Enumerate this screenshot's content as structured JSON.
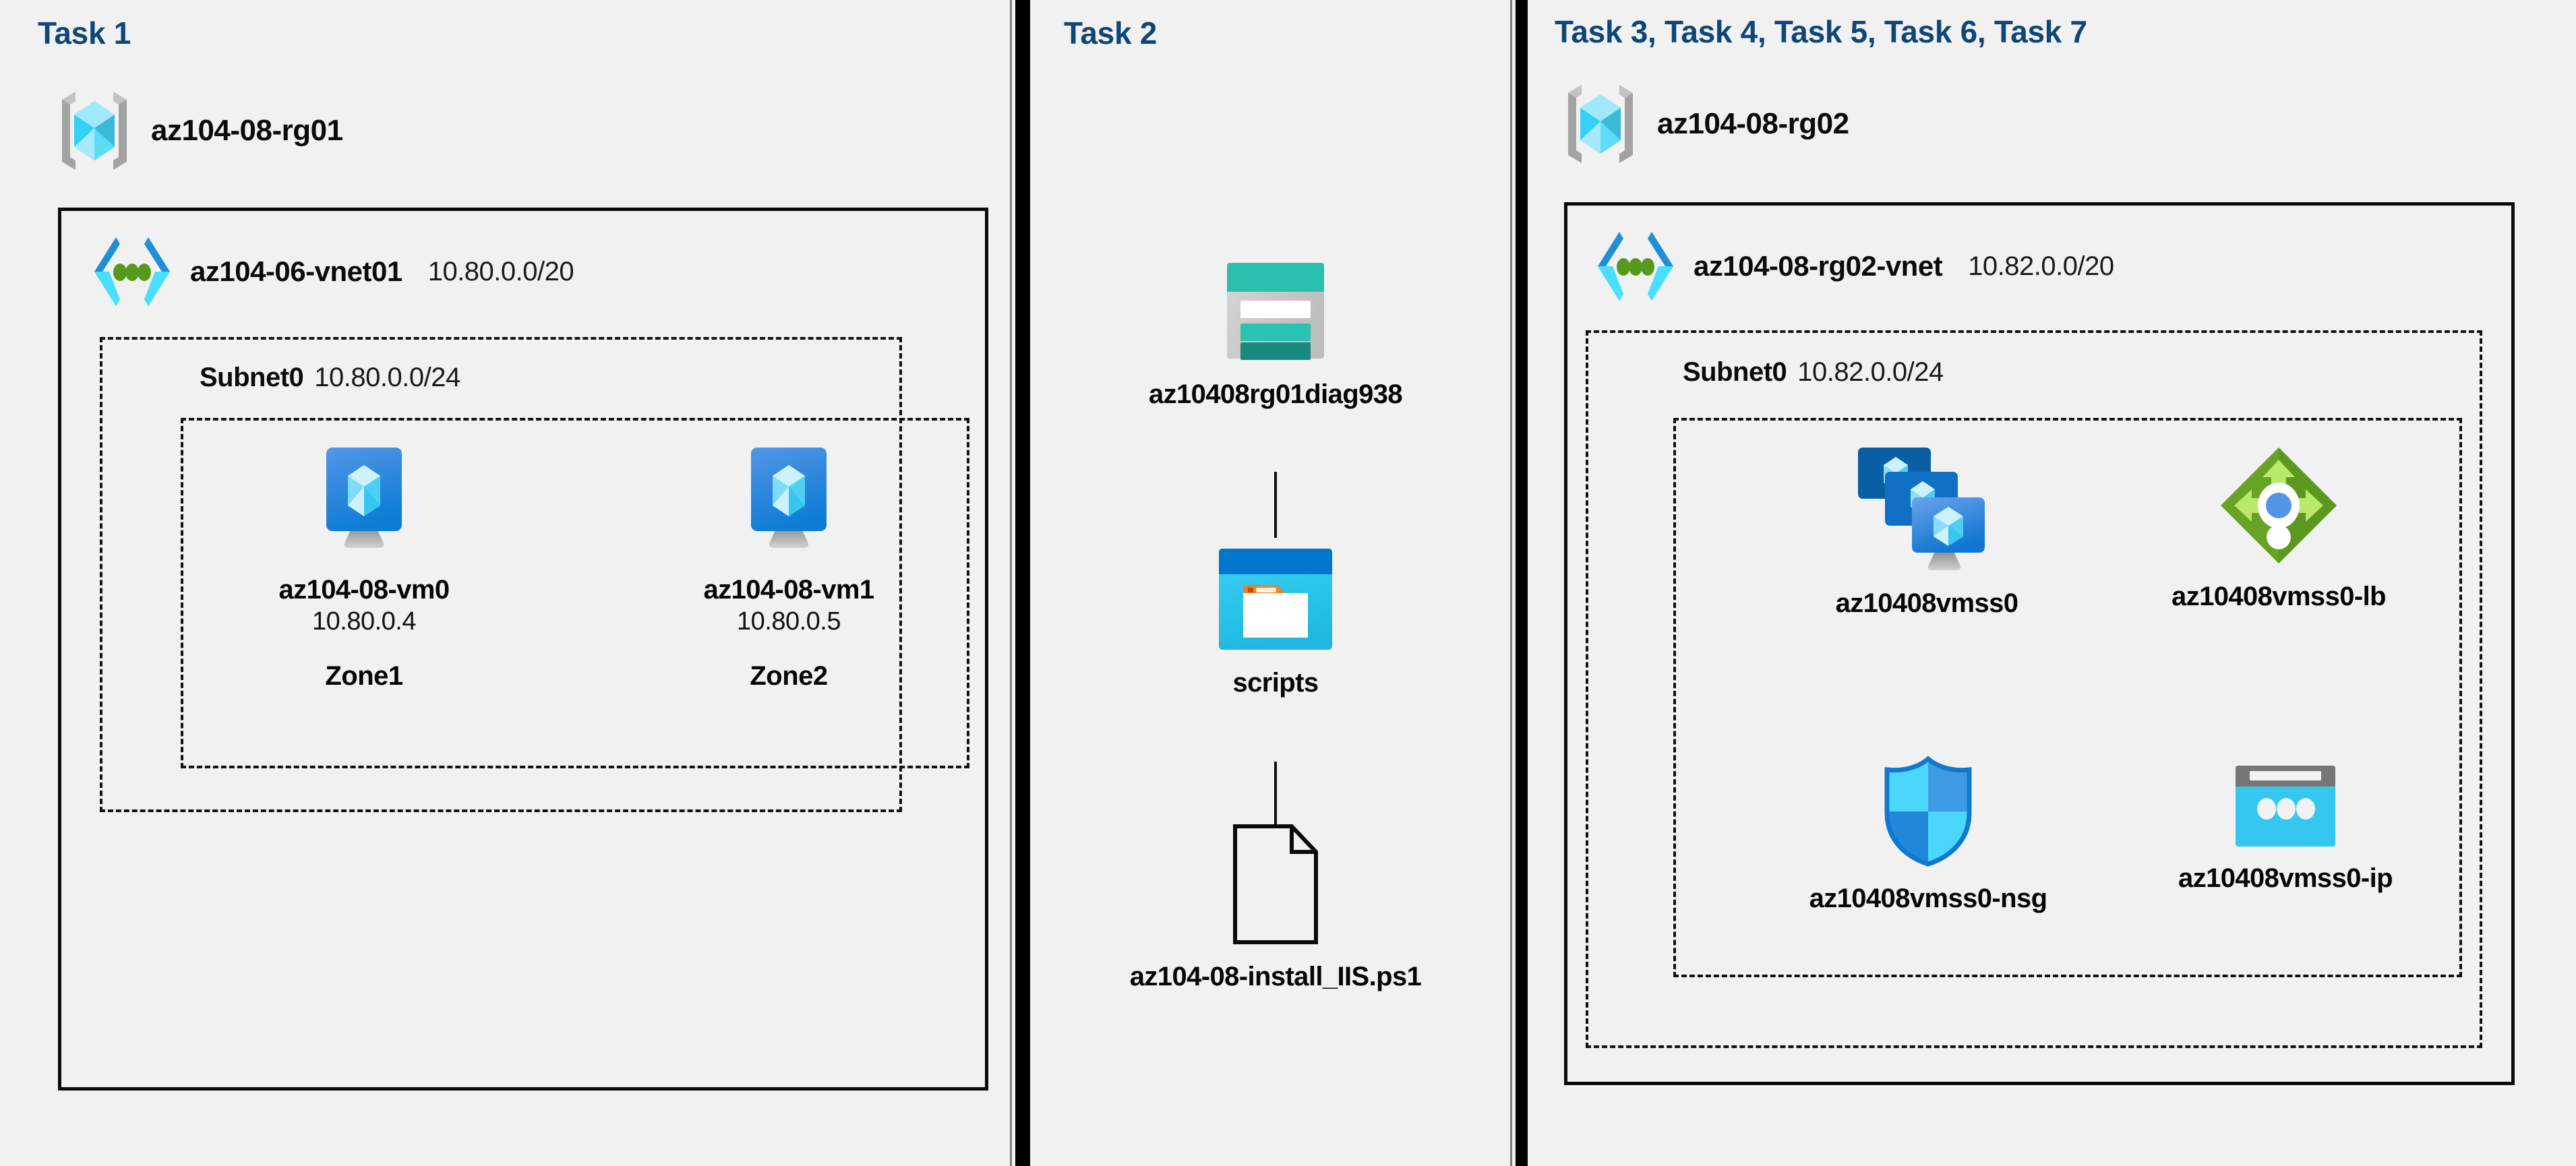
{
  "diagram": {
    "background_color": "#f1f1f1",
    "accent_color": "#0d4677",
    "divider_color": "#000000"
  },
  "panels": [
    {
      "id": "task1",
      "header": "Task 1",
      "resource_group": {
        "name": "az104-08-rg01",
        "icon": "resource-group-icon"
      },
      "vnet": {
        "name": "az104-06-vnet01",
        "cidr": "10.80.0.0/20",
        "icon": "virtual-network-icon"
      },
      "subnet": {
        "name": "Subnet0",
        "cidr": "10.80.0.0/24"
      },
      "nodes": [
        {
          "id": "vm0",
          "icon": "virtual-machine-icon",
          "label": "az104-08-vm0",
          "ip": "10.80.0.4",
          "zone": "Zone1"
        },
        {
          "id": "vm1",
          "icon": "virtual-machine-icon",
          "label": "az104-08-vm1",
          "ip": "10.80.0.5",
          "zone": "Zone2"
        }
      ]
    },
    {
      "id": "task2",
      "header": "Task 2",
      "nodes": [
        {
          "id": "storage",
          "icon": "storage-account-icon",
          "label": "az10408rg01diag938"
        },
        {
          "id": "scripts",
          "icon": "blob-container-icon",
          "label": "scripts"
        },
        {
          "id": "psfile",
          "icon": "file-icon",
          "label": "az104-08-install_IIS.ps1"
        }
      ]
    },
    {
      "id": "task3",
      "header": "Task 3, Task 4, Task 5, Task 6, Task 7",
      "resource_group": {
        "name": "az104-08-rg02",
        "icon": "resource-group-icon"
      },
      "vnet": {
        "name": "az104-08-rg02-vnet",
        "cidr": "10.82.0.0/20",
        "icon": "virtual-network-icon"
      },
      "subnet": {
        "name": "Subnet0",
        "cidr": "10.82.0.0/24"
      },
      "nodes": [
        {
          "id": "vmss",
          "icon": "vm-scale-set-icon",
          "label": "az10408vmss0"
        },
        {
          "id": "lb",
          "icon": "load-balancer-icon",
          "label": "az10408vmss0-lb"
        },
        {
          "id": "nsg",
          "icon": "network-security-group-icon",
          "label": "az10408vmss0-nsg"
        },
        {
          "id": "ip",
          "icon": "public-ip-address-icon",
          "label": "az10408vmss0-ip"
        }
      ]
    }
  ]
}
